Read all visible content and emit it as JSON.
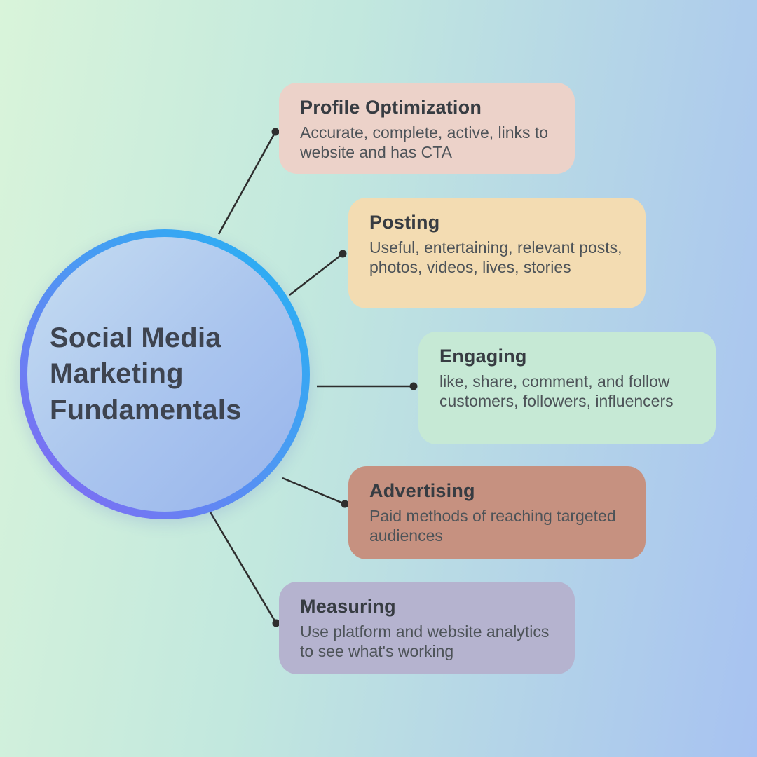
{
  "center": {
    "title": "Social Media Marketing Fundamentals"
  },
  "branches": [
    {
      "title": "Profile Optimization",
      "description": "Accurate, complete, active, links to website and has CTA",
      "color": "#ecd2c9"
    },
    {
      "title": "Posting",
      "description": "Useful, entertaining, relevant posts, photos, videos, lives, stories",
      "color": "#f3dcb2"
    },
    {
      "title": "Engaging",
      "description": "like, share, comment, and follow customers, followers, influencers",
      "color": "#c6e9d5"
    },
    {
      "title": "Advertising",
      "description": "Paid methods of reaching targeted audiences",
      "color": "#c69180"
    },
    {
      "title": "Measuring",
      "description": "Use platform and website analytics to see what's working",
      "color": "#b5b3cf"
    }
  ],
  "style": {
    "connector_color": "#2e2e2e",
    "ring_gradient_start": "#23b4f3",
    "ring_gradient_end": "#8a63f3"
  }
}
